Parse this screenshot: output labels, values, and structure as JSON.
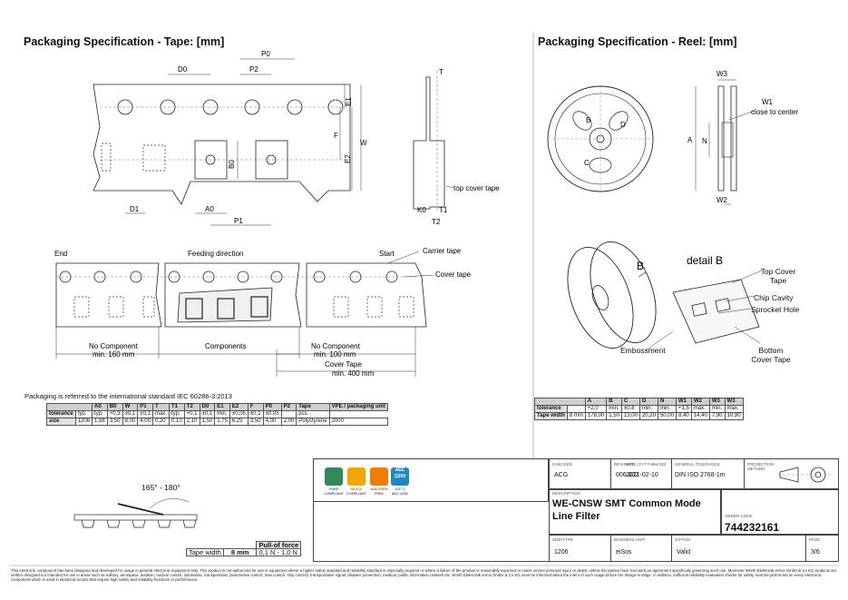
{
  "tape_section": {
    "title": "Packaging Specification - Tape: [mm]",
    "dim_labels": {
      "p0": "P0",
      "d0": "D0",
      "p2": "P2",
      "e1": "E1",
      "f": "F",
      "w": "W",
      "e2": "E2",
      "b0": "B0",
      "d1": "D1",
      "a0": "A0",
      "p1": "P1",
      "t": "T",
      "k0": "K0",
      "t1": "T1",
      "t2": "T2"
    },
    "top_cover_tape": "top cover tape",
    "feed": {
      "end": "End",
      "feeding_direction": "Feeding direction",
      "start": "Start",
      "carrier_tape": "Carrier tape",
      "cover_tape": "Cover tape",
      "no_component": "No Component",
      "min160": "min. 160 mm",
      "components": "Components",
      "min100": "min. 100 mm",
      "cover_tape_len": "Cover Tape",
      "min400": "min. 400 mm"
    },
    "standard_note": "Packaging is referred to the international standard IEC 60286-3:2013"
  },
  "tape_table": {
    "headers": [
      "",
      "A0",
      "B0",
      "W",
      "P1",
      "T",
      "T1",
      "T2",
      "D0",
      "E1",
      "E2",
      "F",
      "P0",
      "P2",
      "Tape",
      "VPE / packaging unit"
    ],
    "rows": [
      [
        "tolerance",
        "typ.",
        "typ.",
        "+0,3",
        "±0,1",
        "±0,1",
        "max.",
        "typ.",
        "+0,1",
        "±0,1",
        "min.",
        "±0,05",
        "±0,1",
        "±0,05",
        "",
        "pcs."
      ],
      [
        "size",
        "1206",
        "1,88",
        "3,50",
        "8,00",
        "4,00",
        "0,20",
        "0,10",
        "2,10",
        "1,50",
        "1,75",
        "6,25",
        "3,50",
        "4,00",
        "2,00",
        "Polystyrene",
        "2000"
      ]
    ]
  },
  "reel_section": {
    "title": "Packaging Specification - Reel: [mm]",
    "labels": {
      "w3": "W3",
      "w1": "W1",
      "w1_note": "close to center",
      "w2": "W2",
      "a": "A",
      "n": "N",
      "b": "B",
      "d": "D",
      "c": "C",
      "detail_b": "detail B",
      "b_arrow": "B"
    },
    "detail_labels": {
      "top_cover_tape": "Top Cover Tape",
      "chip_cavity": "Chip Cavity",
      "sprocket_hole": "Sprocket Hole",
      "embossment": "Embossment",
      "bottom_cover_tape": "Bottom Cover Tape"
    }
  },
  "reel_table": {
    "headers": [
      "",
      "A",
      "B",
      "C",
      "D",
      "N",
      "W1",
      "W2",
      "W3",
      "W3"
    ],
    "rows": [
      [
        "tolerance",
        "",
        "+2,0",
        "min.",
        "±0,8",
        "min.",
        "min.",
        "+1,5",
        "max.",
        "min.",
        "max."
      ],
      [
        "Tape width",
        "8 mm",
        "178,00",
        "1,50",
        "13,00",
        "20,20",
        "50,00",
        "8,40",
        "14,40",
        "7,90",
        "10,90"
      ]
    ]
  },
  "pull_force": {
    "angle": "165° - 180°",
    "title": "Pull-of force",
    "row_label": "Tape width",
    "width": "8 mm",
    "value": "0,1 N - 1,0 N"
  },
  "title_block": {
    "checked_label": "CHECKED",
    "checked": "ACG",
    "revision_label": "REVISION",
    "revision": "006.002",
    "date_label": "DATE (YYYY-MM-DD)",
    "date": "2021-02-10",
    "tolerance_label": "GENERAL TOLERANCE",
    "tolerance": "DIN ISO 2768-1m",
    "projection_label": "PROJECTION METHOD",
    "description_label": "DESCRIPTION",
    "product": "WE-CNSW SMT Common Mode Line Filter",
    "order_code_label": "ORDER CODE",
    "order_code": "744232161",
    "size_label": "SIZE/TYPE",
    "size": "1206",
    "business_unit_label": "BUSINESS UNIT",
    "business_unit": "eiSos",
    "status_label": "STATUS",
    "status": "Valid",
    "page_label": "PAGE",
    "page": "3/6",
    "badges": [
      {
        "label": "RoHS",
        "sub": "COMPLIANT",
        "color": "#2e8b57"
      },
      {
        "label": "REACh",
        "sub": "COMPLIANT",
        "color": "#f4a300"
      },
      {
        "label": "HALOGEN",
        "sub": "FREE",
        "color": "#f07d00"
      },
      {
        "label": "125 °C",
        "sub": "AEC-Q200",
        "color": "#1e88c7",
        "badge_text": "AEC\nQ200"
      }
    ]
  },
  "disclaimer": "This electronic component has been designed and developed for usage in general electronic equipment only. This product is not authorized for use in equipment where a higher safety standard and reliability standard is especially required or where a failure of the product is reasonably expected to cause severe personal injury or death, unless the parties have executed an agreement specifically governing such use. Moreover Würth Elektronik eiSos GmbH & Co KG products are neither designed nor intended for use in areas such as military, aerospace, aviation, nuclear control, submarine, transportation (automotive control, train control, ship control), transportation signal, disaster prevention, medical, public information network etc. Würth Elektronik eiSos GmbH & Co KG must be informed about the intent of such usage before the design-in stage. In addition, sufficient reliability evaluation checks for safety must be performed on every electronic component which is used in electrical circuits that require high safety and reliability functions or performance."
}
